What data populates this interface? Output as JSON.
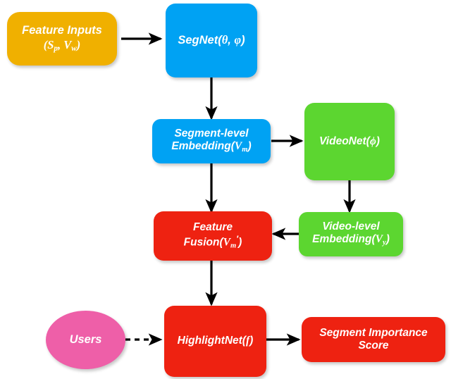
{
  "diagram": {
    "title": "HighlightNet model architecture flowchart",
    "background": "#ffffff",
    "palette": {
      "orange": "#F0B000",
      "blue": "#00A2F3",
      "green": "#5CD630",
      "red": "#EE2211",
      "pink": "#EE5FA8",
      "arrow": "#000000",
      "text": "#ffffff"
    },
    "nodes": [
      {
        "id": "feature-inputs",
        "shape": "rounded-rect",
        "color": "#F0B000",
        "line1": "Feature Inputs",
        "line2_prefix": "(",
        "line2_var1": "S",
        "line2_sub1": "p",
        "line2_mid": ", ",
        "line2_var2": "V",
        "line2_sub2": "w",
        "line2_suffix": ")",
        "text": "Feature Inputs (S_p, V_w)"
      },
      {
        "id": "segnet",
        "shape": "rounded-rect",
        "color": "#00A2F3",
        "prefix": "SegNet(",
        "sym1": "θ",
        "mid": ", ",
        "sym2": "φ",
        "suffix": ")",
        "text": "SegNet(θ, φ)"
      },
      {
        "id": "segment-level-embedding",
        "shape": "rounded-rect",
        "color": "#00A2F3",
        "line1": "Segment-level",
        "line2_prefix": "Embedding(",
        "line2_var": "V",
        "line2_sub": "m",
        "line2_suffix": ")",
        "text": "Segment-level Embedding(V_m)"
      },
      {
        "id": "videonet",
        "shape": "rounded-rect",
        "color": "#5CD630",
        "prefix": "VideoNet(",
        "sym1": "ϕ",
        "suffix": ")",
        "text": "VideoNet(ϕ)"
      },
      {
        "id": "video-level-embedding",
        "shape": "rounded-rect",
        "color": "#5CD630",
        "line1": "Video-level",
        "line2_prefix": "Embedding(",
        "line2_var": "V",
        "line2_sub": "y",
        "line2_suffix": ")",
        "text": "Video-level Embedding(V_y)"
      },
      {
        "id": "feature-fusion",
        "shape": "rounded-rect",
        "color": "#EE2211",
        "line1": "Feature",
        "line2_prefix": "Fusion(",
        "line2_var": "V",
        "line2_sub": "m",
        "line2_prime": "′",
        "line2_suffix": ")",
        "text": "Feature Fusion(V_m′)"
      },
      {
        "id": "users",
        "shape": "ellipse",
        "color": "#EE5FA8",
        "text": "Users"
      },
      {
        "id": "highlightnet",
        "shape": "rounded-rect",
        "color": "#EE2211",
        "prefix": "HighlightNet(",
        "sym1": "f",
        "suffix": ")",
        "text": "HighlightNet(f)"
      },
      {
        "id": "segment-importance-score",
        "shape": "rounded-rect",
        "color": "#EE2211",
        "line1": "Segment Importance",
        "line2": "Score",
        "text": "Segment Importance Score"
      }
    ],
    "edges": [
      {
        "id": "e1",
        "from": "feature-inputs",
        "to": "segnet",
        "style": "solid",
        "direction": "right"
      },
      {
        "id": "e2",
        "from": "segnet",
        "to": "segment-level-embedding",
        "style": "solid",
        "direction": "down"
      },
      {
        "id": "e3",
        "from": "segment-level-embedding",
        "to": "videonet",
        "style": "solid",
        "direction": "right"
      },
      {
        "id": "e4",
        "from": "videonet",
        "to": "video-level-embedding",
        "style": "solid",
        "direction": "down"
      },
      {
        "id": "e5",
        "from": "segment-level-embedding",
        "to": "feature-fusion",
        "style": "solid",
        "direction": "down"
      },
      {
        "id": "e6",
        "from": "video-level-embedding",
        "to": "feature-fusion",
        "style": "solid",
        "direction": "left"
      },
      {
        "id": "e7",
        "from": "feature-fusion",
        "to": "highlightnet",
        "style": "solid",
        "direction": "down"
      },
      {
        "id": "e8",
        "from": "users",
        "to": "highlightnet",
        "style": "dashed",
        "direction": "right"
      },
      {
        "id": "e9",
        "from": "highlightnet",
        "to": "segment-importance-score",
        "style": "solid",
        "direction": "right"
      }
    ]
  }
}
